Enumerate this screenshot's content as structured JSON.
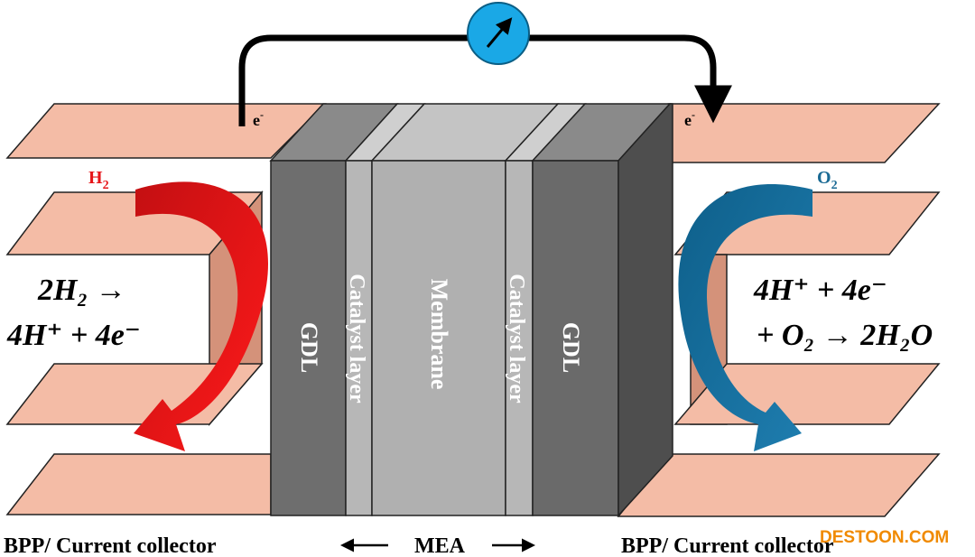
{
  "electron_left": "e",
  "electron_right": "e",
  "electron_sup": "-",
  "h2_label": "H",
  "h2_sub": "2",
  "o2_label": "O",
  "o2_sub": "2",
  "anode_eq_line1": "2H₂ →",
  "anode_eq_line2": "4H⁺ + 4e⁻",
  "cathode_eq_line1": "4H⁺ + 4e⁻",
  "cathode_eq_line2": "+ O₂ → 2H₂O",
  "layers": {
    "gdl_left": "GDL",
    "catalyst_left": "Catalyst layer",
    "membrane": "Membrane",
    "catalyst_right": "Catalyst layer",
    "gdl_right": "GDL"
  },
  "bottom_left_label": "BPP/ Current collector",
  "bottom_right_label": "BPP/ Current collector",
  "mea_label": "MEA",
  "watermark": "DESTOON.COM",
  "colors": {
    "plate": "#f4bca6",
    "plate_side": "#d4927a",
    "gdl": "#6e6e6e",
    "catalyst": "#b5b5b5",
    "membrane": "#b0b0b0",
    "h2_arrow": "#e6161a",
    "o2_arrow": "#1a6a94",
    "meter": "#1aa8e6"
  }
}
